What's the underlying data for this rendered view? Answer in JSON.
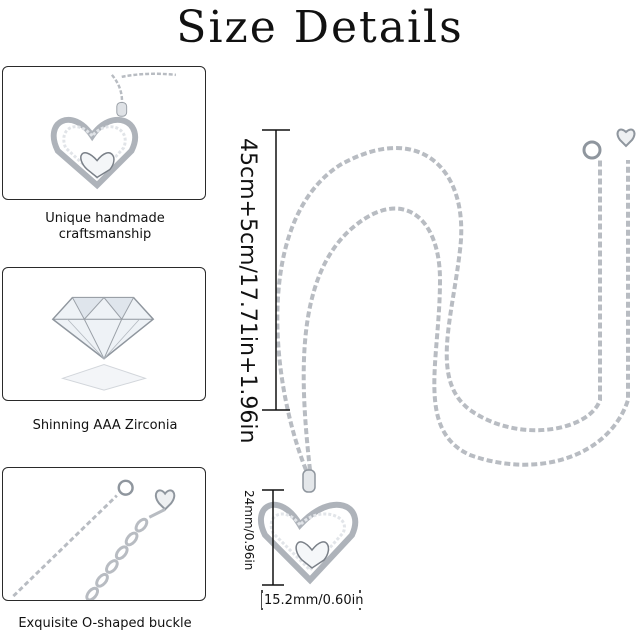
{
  "title": "Size Details",
  "features": [
    {
      "caption": "Unique handmade craftsmanship",
      "icon": "heart-pendant-icon"
    },
    {
      "caption": "Shinning AAA Zirconia",
      "icon": "diamond-gem-icon"
    },
    {
      "caption": "Exquisite O-shaped buckle",
      "icon": "chain-clasp-icon"
    }
  ],
  "dimensions": {
    "chain_length": "45cm+5cm/17.71in+1.96in",
    "pendant_height": "24mm/0.96in",
    "pendant_width": "15.2mm/0.60in"
  },
  "colors": {
    "text": "#111111",
    "metal": "#b8bcc2",
    "border": "#2a2a2a"
  }
}
